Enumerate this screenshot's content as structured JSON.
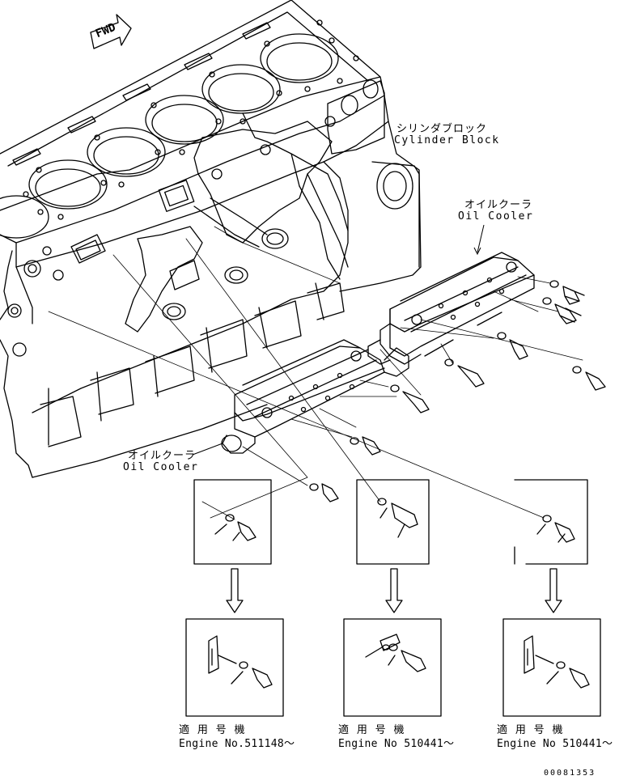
{
  "fwd_label": "FWD",
  "labels": {
    "cylinder_block_jp": "シリンダブロック",
    "cylinder_block_en": "Cylinder Block",
    "oil_cooler_upper_jp": "オイルクーラ",
    "oil_cooler_upper_en": "Oil Cooler",
    "oil_cooler_lower_jp": "オイルクーラ",
    "oil_cooler_lower_en": "Oil Cooler"
  },
  "applicability": [
    {
      "jp": "適 用 号 機",
      "en": "Engine No.511148～"
    },
    {
      "jp": "適 用 号 機",
      "en": "Engine No 510441～"
    },
    {
      "jp": "適 用 号 機",
      "en": "Engine No 510441～"
    }
  ],
  "drawing_number": "00081353"
}
